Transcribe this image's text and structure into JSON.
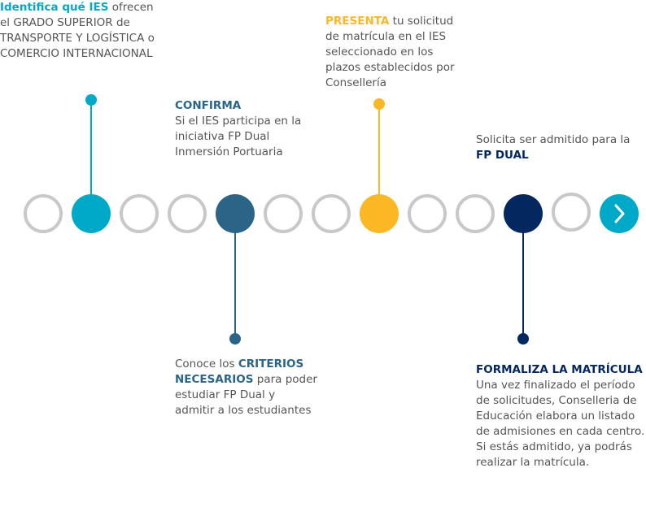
{
  "colors": {
    "teal": "#00a9c7",
    "steel_blue": "#2a6587",
    "amber": "#fbb824",
    "navy": "#03275f",
    "empty_ring": "#c8c8c8",
    "body_text": "#555555"
  },
  "steps": {
    "identifica": {
      "highlight": "Identifica qué IES",
      "text": " ofrecen el GRADO SUPERIOR de TRANSPORTE Y LOGÍSTICA o COMERCIO INTERNACIONAL"
    },
    "confirma": {
      "title": "CONFIRMA",
      "text": "Si el IES participa en la iniciativa FP Dual Inmersión Portuaria"
    },
    "conoce": {
      "prefix": "Conoce los ",
      "highlight": "CRITERIOS NECESARIOS",
      "suffix": " para poder estudiar FP Dual y admitir a los estudiantes"
    },
    "presenta": {
      "highlight": "PRESENTA",
      "text": " tu solicitud de matrícula en el IES seleccionado en los plazos establecidos por Consellería"
    },
    "solicita": {
      "text": "Solicita ser admitido para la ",
      "highlight": "FP DUAL"
    },
    "formaliza": {
      "title": "FORMALIZA LA MATRÍCULA",
      "text": "Una vez finalizado el período de solicitudes, Conselleria de Educación elabora un listado de admisiones en cada centro. Si estás admitido, ya podrás realizar la matrícula."
    }
  },
  "timeline": {
    "next_icon": "chevron-right-icon"
  }
}
